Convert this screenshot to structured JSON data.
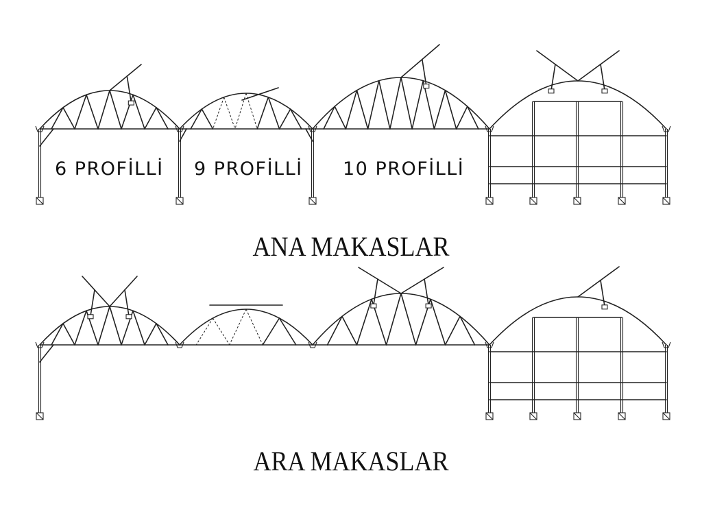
{
  "labels": {
    "profile_6": "6 PROFİLLİ",
    "profile_9": "9 PROFİLLİ",
    "profile_10": "10 PROFİLLİ"
  },
  "titles": {
    "main_trusses": "ANA MAKASLAR",
    "intermediate_trusses": "ARA MAKASLAR"
  }
}
